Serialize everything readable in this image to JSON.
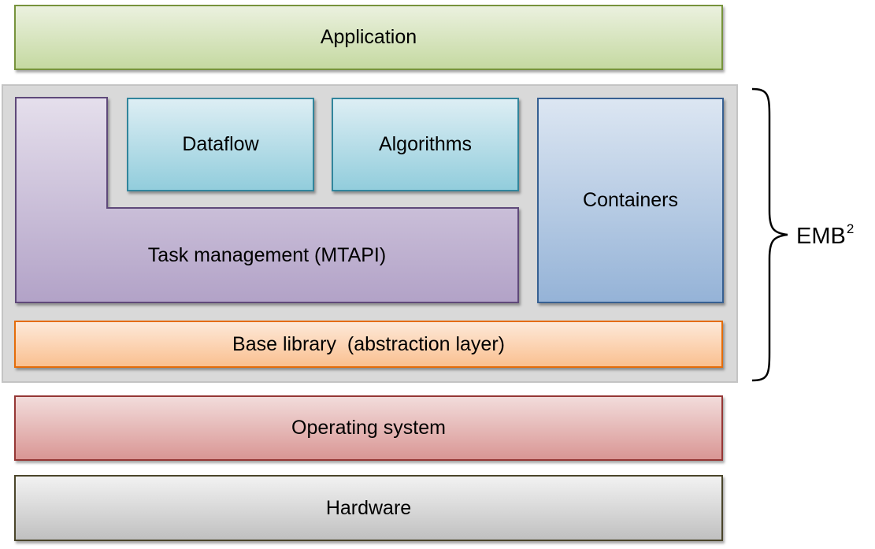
{
  "diagram": {
    "layers": {
      "application": "Application",
      "dataflow": "Dataflow",
      "algorithms": "Algorithms",
      "containers": "Containers",
      "task_management": "Task management (MTAPI)",
      "base_library": "Base library  (abstraction layer)",
      "operating_system": "Operating system",
      "hardware": "Hardware"
    },
    "brace_label": {
      "text": "EMB",
      "superscript": "2"
    },
    "colors": {
      "application": "#77933c",
      "dataflow_algorithms": "#31859c",
      "containers": "#376092",
      "task_management": "#5f497a",
      "base_library": "#e46c0a",
      "operating_system": "#953735",
      "hardware": "#4a452a",
      "panel": "#d9d9d9"
    }
  }
}
